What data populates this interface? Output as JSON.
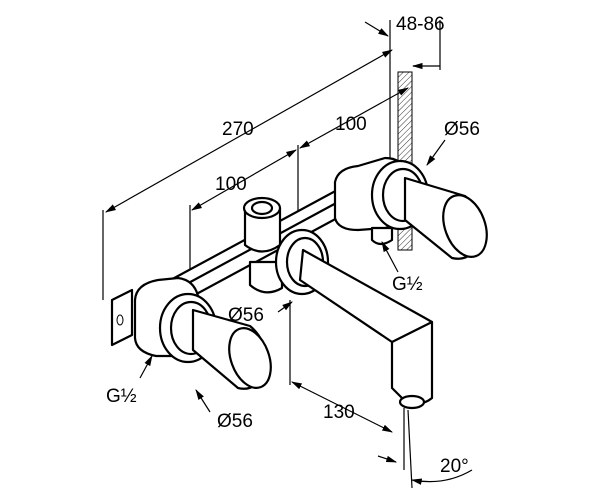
{
  "dimensions": {
    "total_width": "270",
    "spacing_left": "100",
    "spacing_right": "100",
    "wall_depth": "48-86",
    "spout_length": "130",
    "spout_angle": "20°"
  },
  "labels": {
    "diameter_right_top": "Ø56",
    "diameter_center": "Ø56",
    "diameter_left_bottom": "Ø56",
    "thread_right": "G½",
    "thread_left": "G½"
  }
}
